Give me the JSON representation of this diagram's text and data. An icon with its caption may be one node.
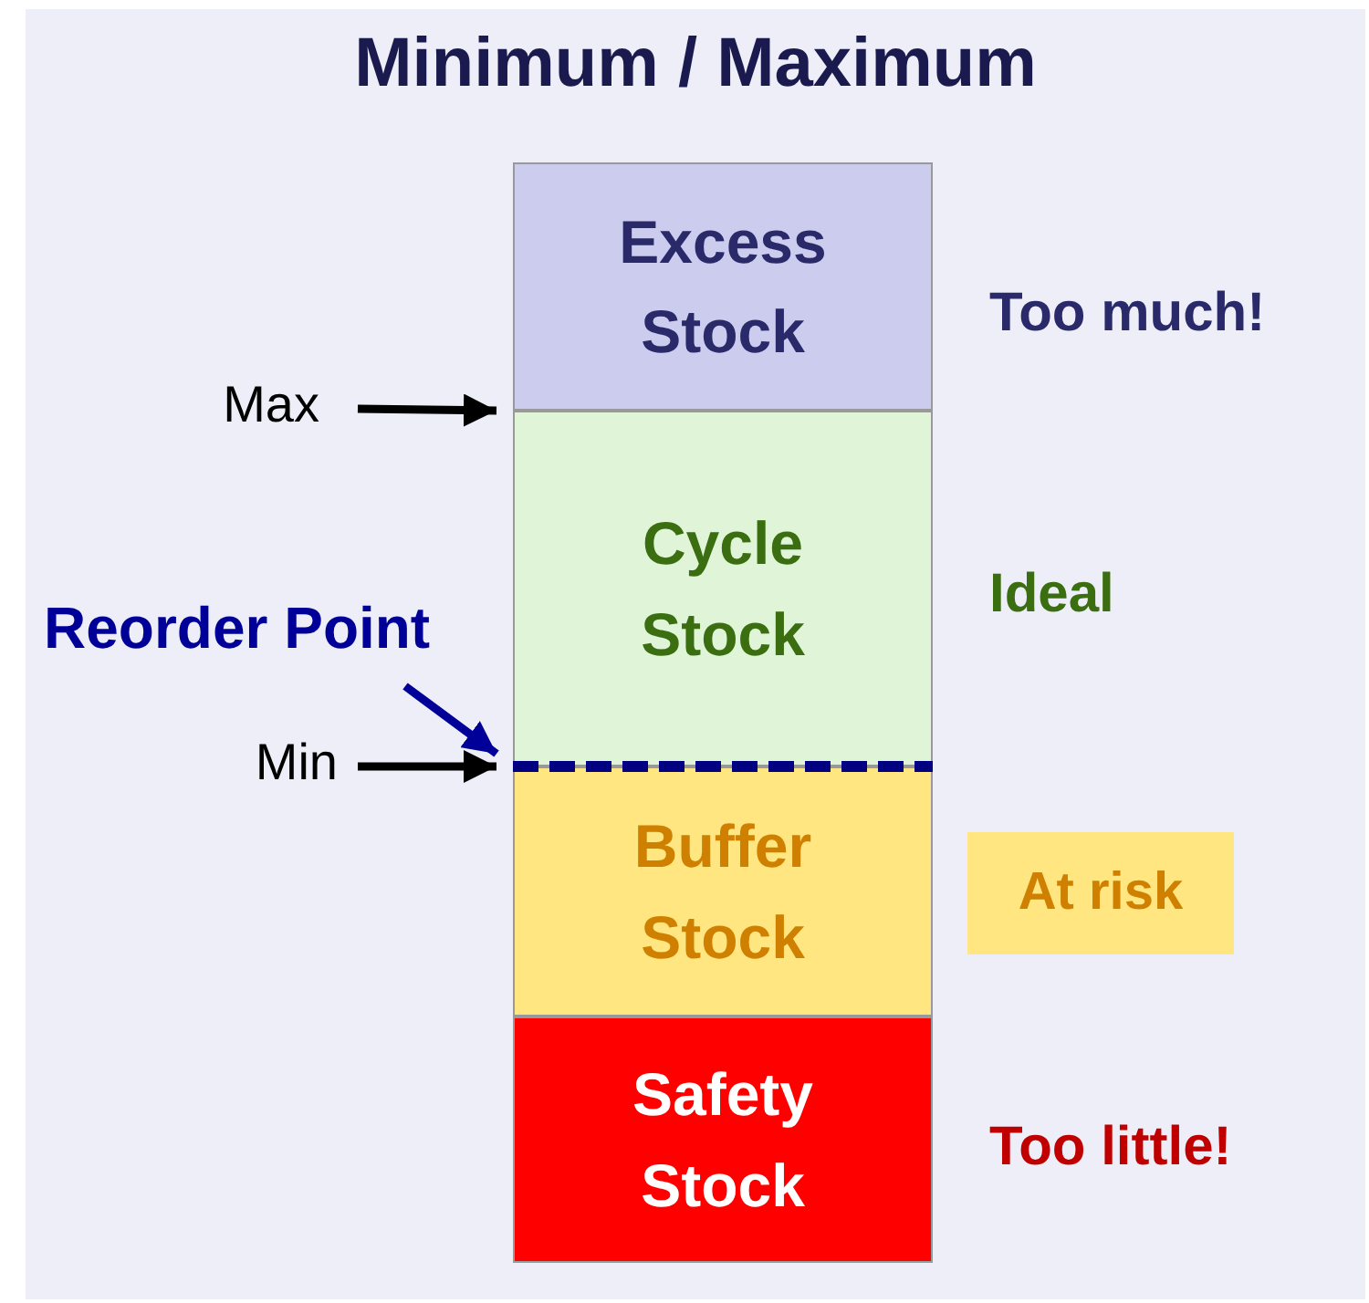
{
  "diagram": {
    "title": "Minimum / Maximum",
    "nodes": [
      {
        "text": [
          "Excess Stock"
        ]
      },
      {
        "text": [
          "Cycle Stock"
        ]
      },
      {
        "text": [],
        "shape": "line"
      },
      {
        "text": [
          "Buffer Stock"
        ]
      },
      {
        "text": [
          "Safety Stock"
        ]
      },
      {
        "text": [
          "At risk"
        ]
      },
      {
        "text": [
          "Max"
        ]
      },
      {
        "text": [
          "Min"
        ]
      },
      {
        "text": [
          "Reorder Point"
        ]
      }
    ],
    "edges": [
      {
        "from": 6,
        "to": 0,
        "arrow": "to"
      },
      {
        "from": 7,
        "to": 2,
        "arrow": "to"
      },
      {
        "from": 8,
        "to": 2,
        "arrow": "to",
        "color": "#000099"
      }
    ],
    "labels": [
      "Too much!",
      "Ideal",
      "Too little!"
    ]
  }
}
